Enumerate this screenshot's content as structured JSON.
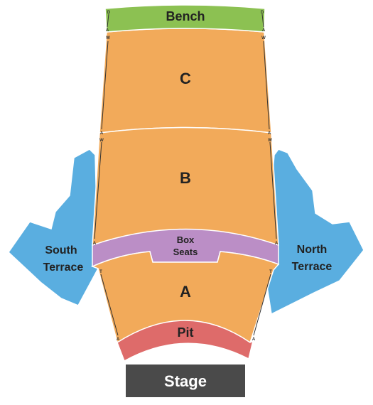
{
  "sections": {
    "bench": {
      "label": "Bench",
      "color": "#8cc152"
    },
    "c": {
      "label": "C",
      "color": "#f2aa5a"
    },
    "b": {
      "label": "B",
      "color": "#f2aa5a"
    },
    "box_seats": {
      "label_line1": "Box",
      "label_line2": "Seats",
      "color": "#bb8ec6"
    },
    "a": {
      "label": "A",
      "color": "#f2aa5a"
    },
    "pit": {
      "label": "Pit",
      "color": "#de6b6a"
    },
    "south_terrace": {
      "label_line1": "South",
      "label_line2": "Terrace",
      "color": "#5aaee0"
    },
    "north_terrace": {
      "label_line1": "North",
      "label_line2": "Terrace",
      "color": "#5aaee0"
    }
  },
  "stage": {
    "label": "Stage",
    "color": "#4a4a4a"
  },
  "row_markers": {
    "bench_top": "D",
    "bench_bottom": "A",
    "c_top": "W",
    "c_bottom": "A",
    "b_top": "W",
    "b_bottom": "A",
    "a_top": "T",
    "a_bottom": "A"
  }
}
